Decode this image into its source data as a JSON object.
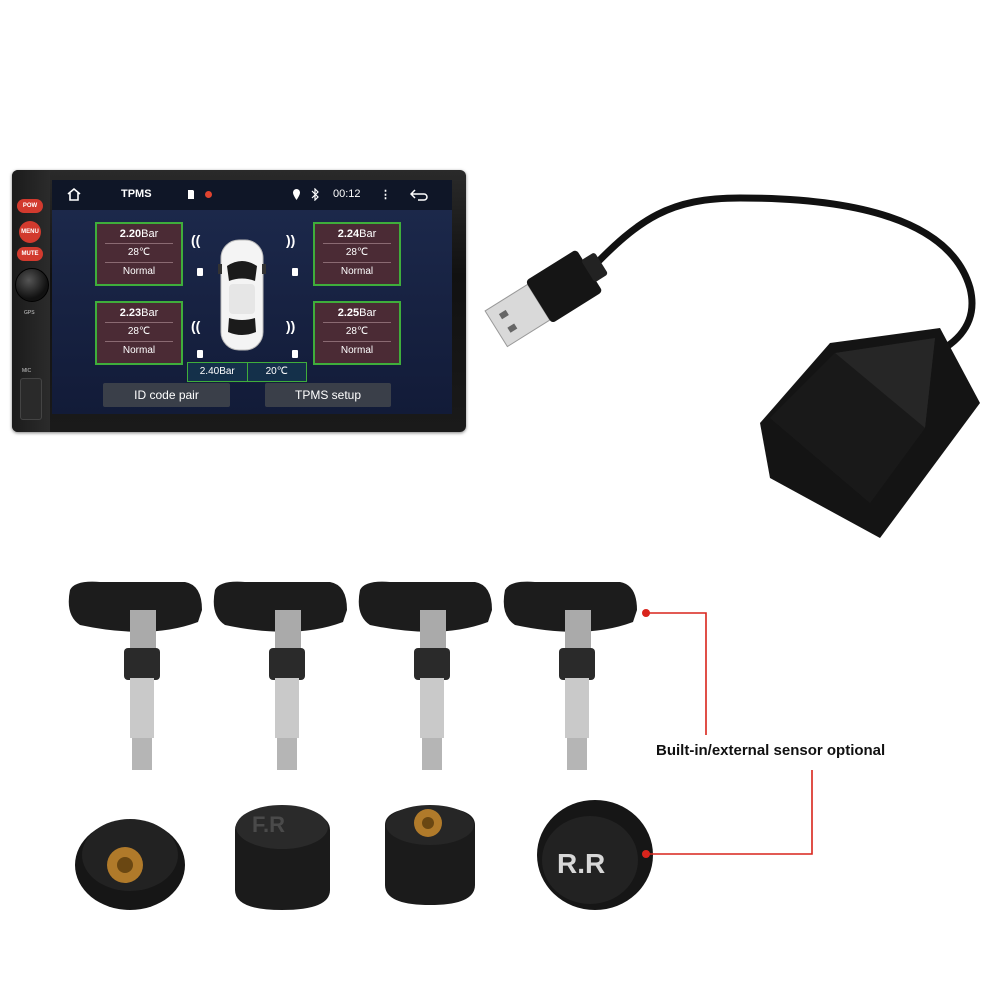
{
  "screen": {
    "title": "TPMS",
    "time": "00:12",
    "tires": {
      "front_left": {
        "pressure": "2.20",
        "unit": "Bar",
        "temp": "28℃",
        "status": "Normal"
      },
      "front_right": {
        "pressure": "2.24",
        "unit": "Bar",
        "temp": "28℃",
        "status": "Normal"
      },
      "rear_left": {
        "pressure": "2.23",
        "unit": "Bar",
        "temp": "28℃",
        "status": "Normal"
      },
      "rear_right": {
        "pressure": "2.25",
        "unit": "Bar",
        "temp": "28℃",
        "status": "Normal"
      }
    },
    "spare": {
      "pressure": "2.40Bar",
      "temp": "20℃"
    },
    "buttons": {
      "id_code_pair": "ID code pair",
      "tpms_setup": "TPMS setup"
    }
  },
  "head_unit": {
    "pow_label": "POW",
    "menu_label": "MENU",
    "mute_label": "MUTE",
    "gps_label": "GPS",
    "mic_label": "MIC"
  },
  "sensors": {
    "cap_fr": "F.R",
    "cap_rr": "R.R"
  },
  "callout": {
    "text": "Built-in/external sensor optional"
  },
  "colors": {
    "accent_red": "#d9241c",
    "screen_green": "#3fae3b",
    "tire_box_bg": "#4b2b35"
  }
}
